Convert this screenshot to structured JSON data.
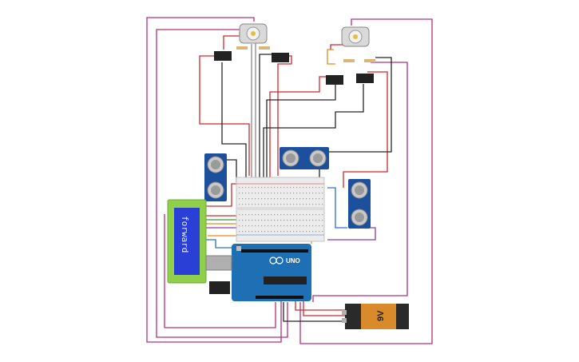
{
  "lcd": {
    "text": "forward"
  },
  "arduino": {
    "model": "UNO",
    "brand": "ARDUINO"
  },
  "battery": {
    "label": "9V"
  },
  "components": {
    "motors": 2,
    "motor_drivers": 4,
    "ultrasonic_sensors": 3,
    "breadboard": 1
  },
  "colors": {
    "wire_magenta": "#b5307a",
    "wire_red": "#d0282a",
    "wire_black": "#262626",
    "wire_orange": "#e88a1a",
    "wire_green": "#2f9a3a",
    "wire_blue": "#2a6fd0",
    "arduino_blue": "#1f6fb4",
    "sensor_blue": "#1c4f9c",
    "lcd_green": "#8fcf4a",
    "lcd_screen": "#2a3fd6",
    "battery_orange": "#d98a2a"
  }
}
